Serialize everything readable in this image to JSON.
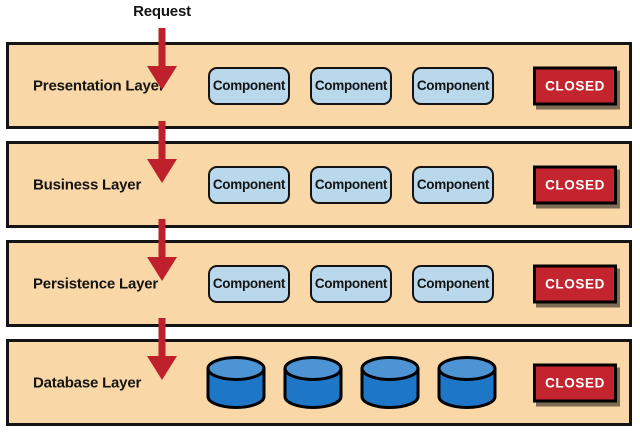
{
  "request_label": "Request",
  "colors": {
    "layer-fill": "#FAD7A6",
    "layer-border": "#141414",
    "component-fill": "#B9D8EB",
    "closed-fill": "#C4242E",
    "closed-text": "#FFFFFF",
    "arrow-red": "#BE212B",
    "db-top": "#4D94D4",
    "db-body": "#1E76C7",
    "text": "#141414"
  },
  "layers": [
    {
      "label": "Presentation Layer",
      "components": [
        "Component",
        "Component",
        "Component"
      ],
      "closed": "CLOSED"
    },
    {
      "label": "Business Layer",
      "components": [
        "Component",
        "Component",
        "Component"
      ],
      "closed": "CLOSED"
    },
    {
      "label": "Persistence Layer",
      "components": [
        "Component",
        "Component",
        "Component"
      ],
      "closed": "CLOSED"
    },
    {
      "label": "Database Layer",
      "database_count": 4,
      "closed": "CLOSED"
    }
  ]
}
